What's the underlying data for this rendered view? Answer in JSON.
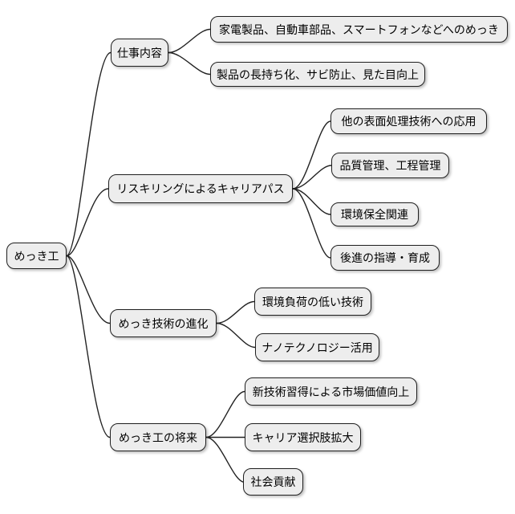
{
  "diagram": {
    "type": "mindmap",
    "colors": {
      "background": "#ffffff",
      "node_fill": "#ededed",
      "node_border": "#1f1f1f",
      "connector": "#222222",
      "text": "#000000"
    }
  },
  "mindmap": {
    "root": {
      "label": "めっき工"
    },
    "branches": [
      {
        "label": "仕事内容",
        "children": [
          {
            "label": "家電製品、自動車部品、スマートフォンなどへのめっき"
          },
          {
            "label": "製品の長持ち化、サビ防止、見た目向上"
          }
        ]
      },
      {
        "label": "リスキリングによるキャリアパス",
        "children": [
          {
            "label": "他の表面処理技術への応用"
          },
          {
            "label": "品質管理、工程管理"
          },
          {
            "label": "環境保全関連"
          },
          {
            "label": "後進の指導・育成"
          }
        ]
      },
      {
        "label": "めっき技術の進化",
        "children": [
          {
            "label": "環境負荷の低い技術"
          },
          {
            "label": "ナノテクノロジー活用"
          }
        ]
      },
      {
        "label": "めっき工の将来",
        "children": [
          {
            "label": "新技術習得による市場価値向上"
          },
          {
            "label": "キャリア選択肢拡大"
          },
          {
            "label": "社会貢献"
          }
        ]
      }
    ]
  }
}
